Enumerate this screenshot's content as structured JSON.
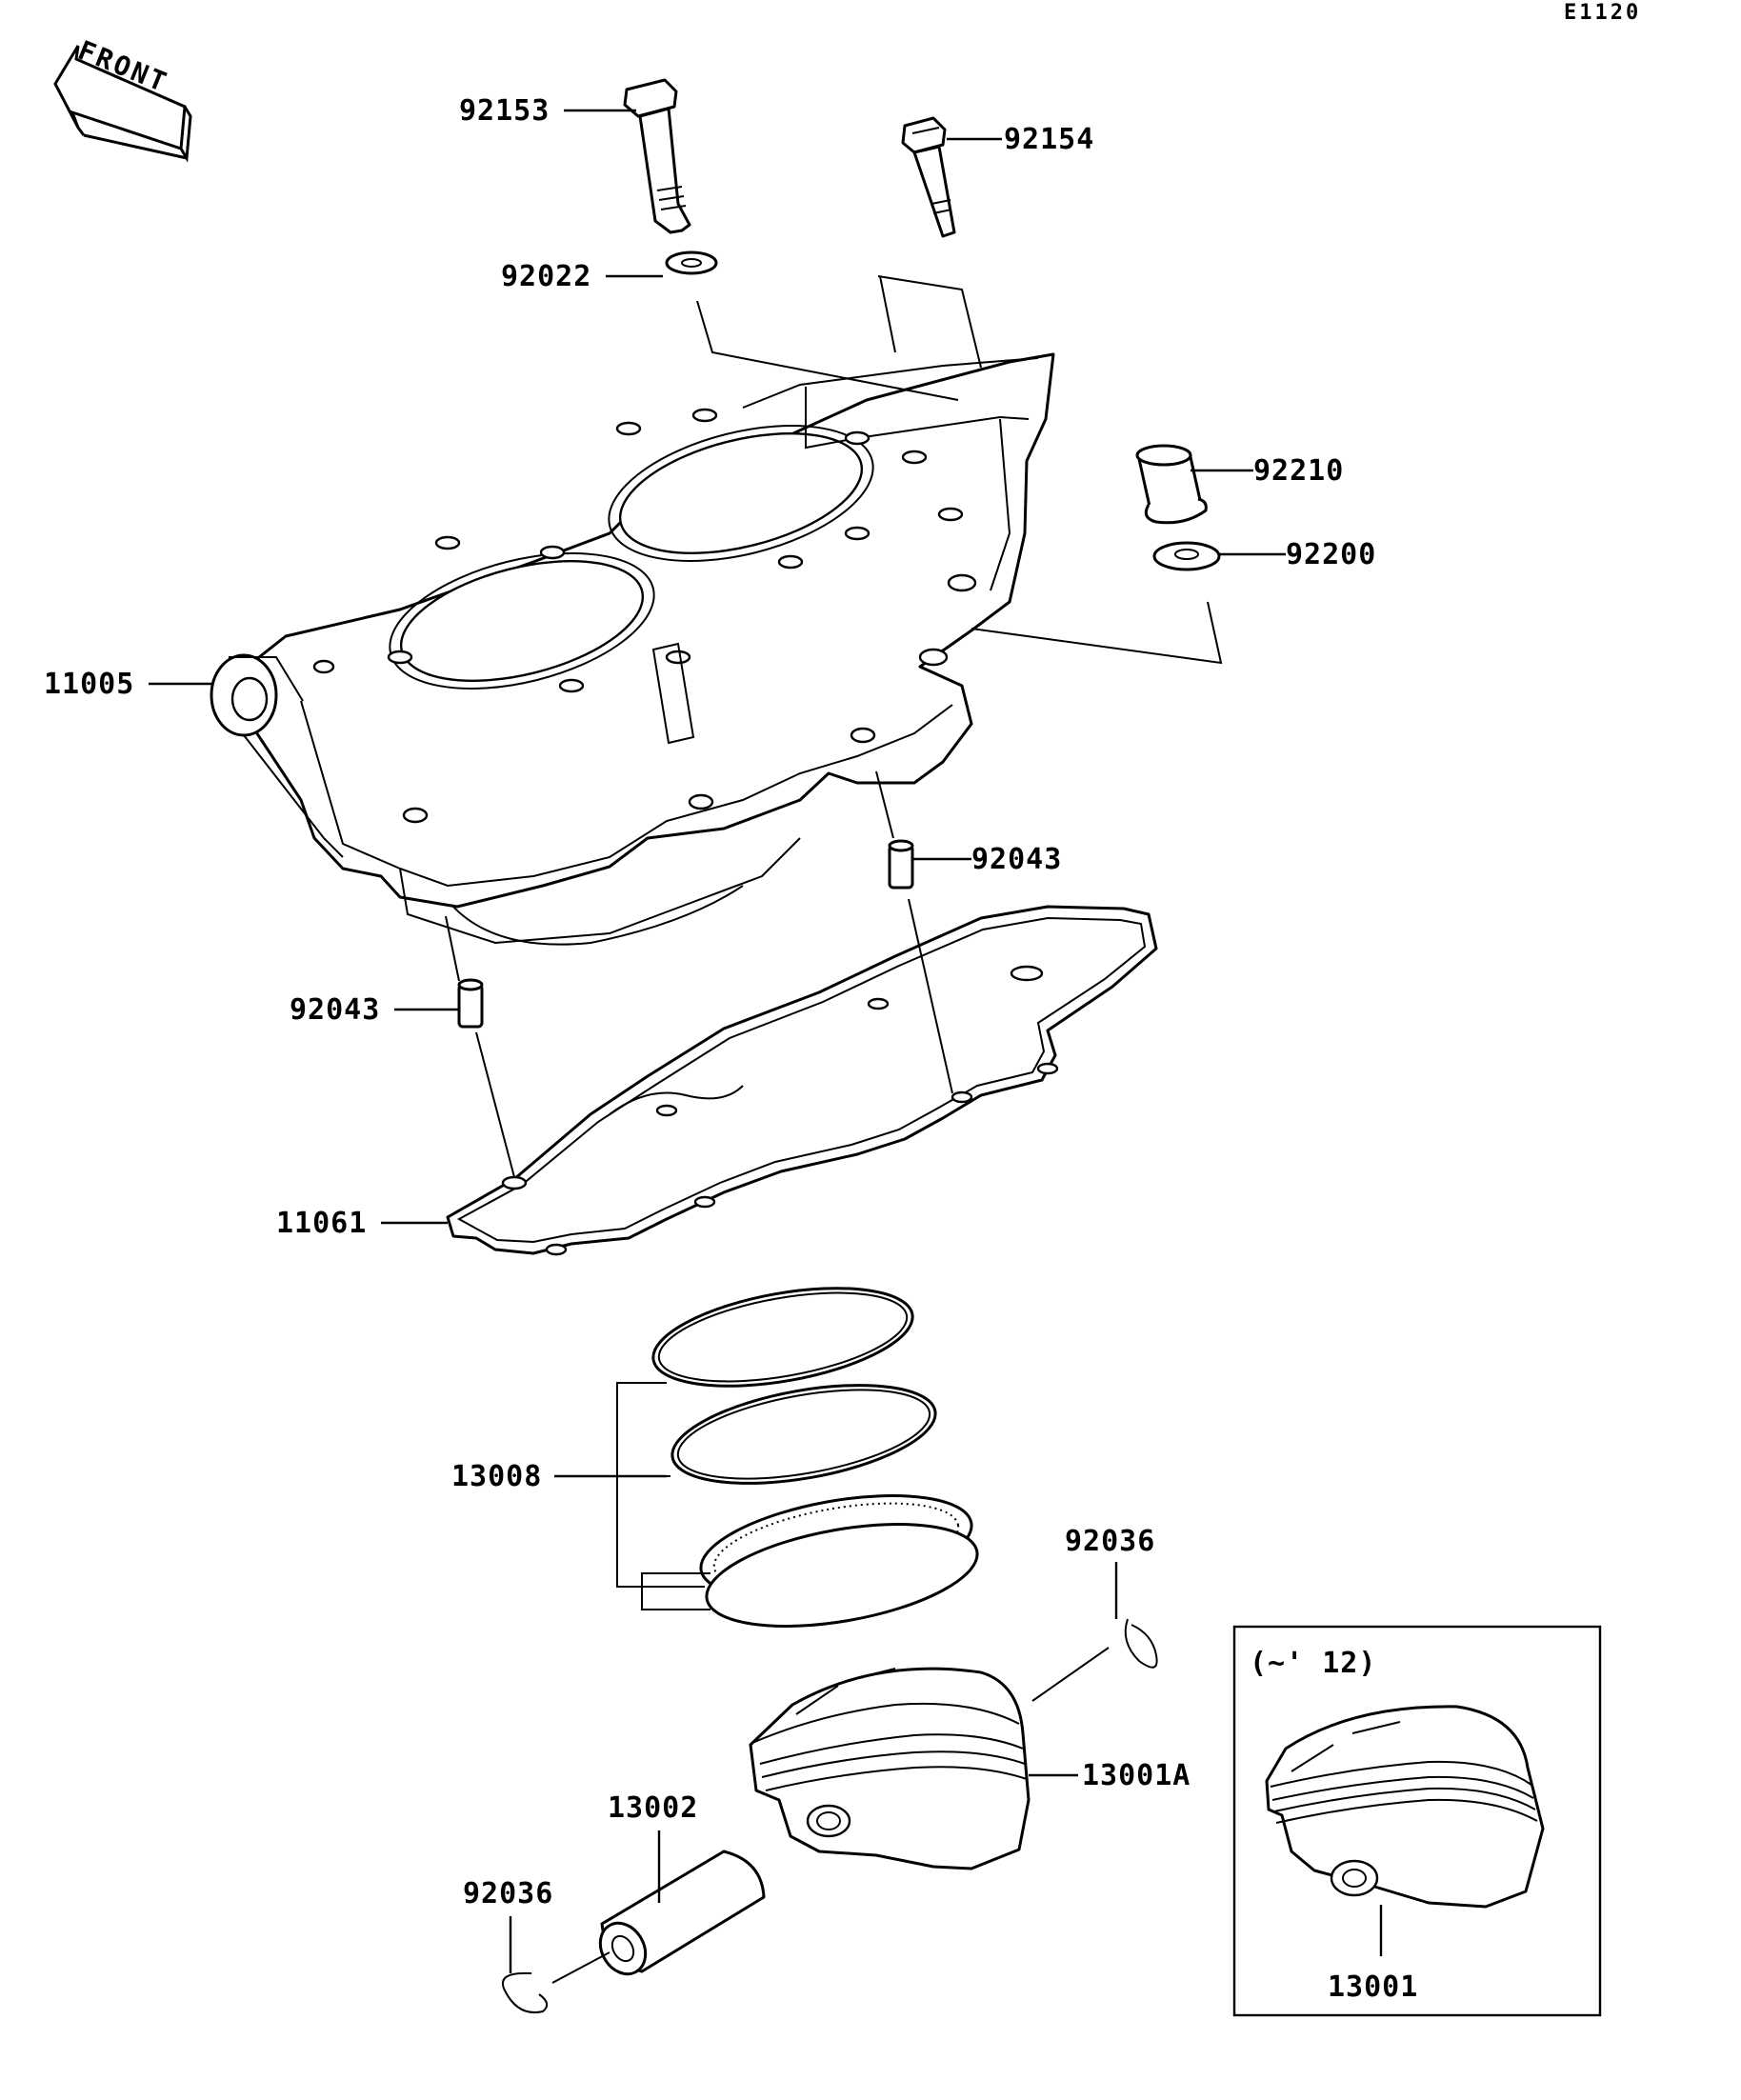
{
  "diagram_code": "E1120",
  "front_arrow_label": "FRONT",
  "inset_label": "(~' 12)",
  "parts": [
    {
      "number": "92153"
    },
    {
      "number": "92154"
    },
    {
      "number": "92022"
    },
    {
      "number": "92210"
    },
    {
      "number": "92200"
    },
    {
      "number": "11005"
    },
    {
      "number": "92043"
    },
    {
      "number": "92043"
    },
    {
      "number": "11061"
    },
    {
      "number": "13008"
    },
    {
      "number": "92036"
    },
    {
      "number": "13001A"
    },
    {
      "number": "13002"
    },
    {
      "number": "92036"
    },
    {
      "number": "13001"
    }
  ]
}
